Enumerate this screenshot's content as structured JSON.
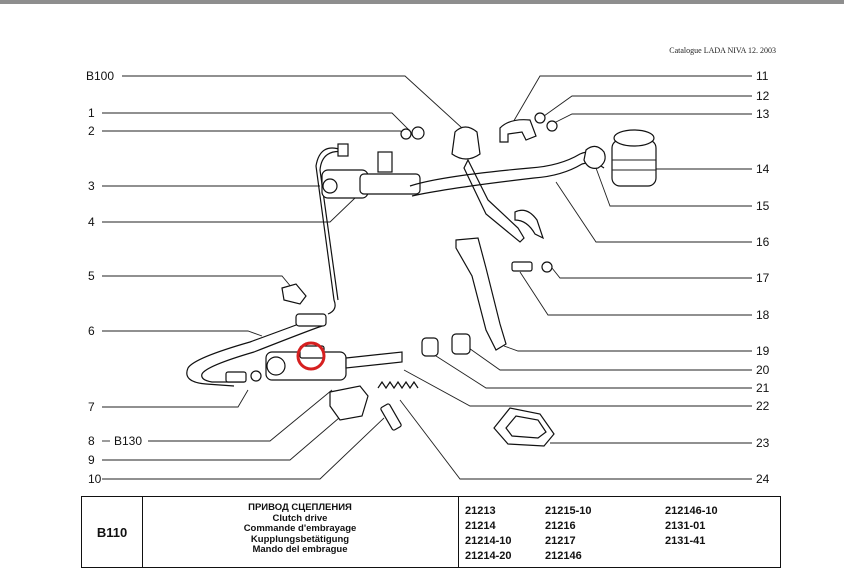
{
  "header": {
    "catalogue": "Catalogue LADA NIVA 12. 2003"
  },
  "callouts": {
    "left": [
      {
        "id": "b100",
        "text": "B100"
      },
      {
        "id": "1",
        "text": "1"
      },
      {
        "id": "2",
        "text": "2"
      },
      {
        "id": "3",
        "text": "3"
      },
      {
        "id": "4",
        "text": "4"
      },
      {
        "id": "5",
        "text": "5"
      },
      {
        "id": "6",
        "text": "6"
      },
      {
        "id": "7",
        "text": "7"
      },
      {
        "id": "8",
        "text": "8"
      },
      {
        "id": "b130",
        "text": "B130"
      },
      {
        "id": "9",
        "text": "9"
      },
      {
        "id": "10",
        "text": "10"
      }
    ],
    "right": [
      {
        "id": "11",
        "text": "11"
      },
      {
        "id": "12",
        "text": "12"
      },
      {
        "id": "13",
        "text": "13"
      },
      {
        "id": "14",
        "text": "14"
      },
      {
        "id": "15",
        "text": "15"
      },
      {
        "id": "16",
        "text": "16"
      },
      {
        "id": "17",
        "text": "17"
      },
      {
        "id": "18",
        "text": "18"
      },
      {
        "id": "19",
        "text": "19"
      },
      {
        "id": "20",
        "text": "20"
      },
      {
        "id": "21",
        "text": "21"
      },
      {
        "id": "22",
        "text": "22"
      },
      {
        "id": "23",
        "text": "23"
      },
      {
        "id": "24",
        "text": "24"
      }
    ]
  },
  "highlight": {
    "color": "#d61f1f"
  },
  "table": {
    "code": "B110",
    "titles": [
      "ПРИВОД СЦЕПЛЕНИЯ",
      "Clutch drive",
      "Commande d'embrayage",
      "Kupplungsbetätigung",
      "Mando del embrague"
    ],
    "models": [
      [
        "21213",
        "21214",
        "21214-10",
        "21214-20"
      ],
      [
        "21215-10",
        "21216",
        "21217",
        "212146"
      ],
      [
        "212146-10",
        "2131-01",
        "2131-41"
      ]
    ]
  }
}
